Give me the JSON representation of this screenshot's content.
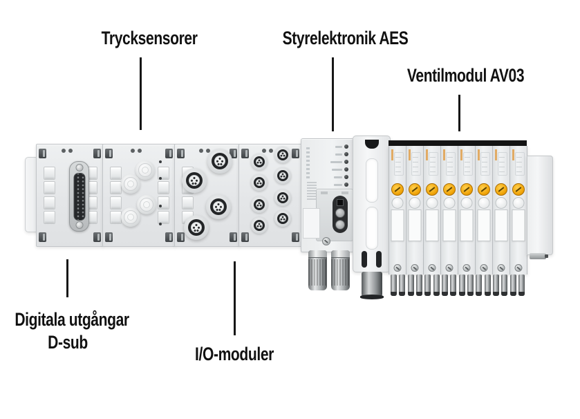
{
  "callouts": {
    "pressure_sensors": "Trycksensorer",
    "control_electronics": "Styrelektronik AES",
    "valve_module": "Ventilmodul AV03",
    "digital_outputs_line1": "Digitala utgångar",
    "digital_outputs_line2": "D-sub",
    "io_modules": "I/O-moduler"
  },
  "hardware": {
    "clip_count": 4,
    "pressure_knob_count": 4,
    "pressure_indicator_count": 4,
    "io_m12_count": 4,
    "io_m8_count": 8,
    "aes_led_count": 6,
    "valve_slice_count": 8,
    "valve_fitting_count": 16
  },
  "colors": {
    "manual_override_yellow": "#f0a306",
    "module_body_gray": "#e9ebec",
    "callout_text": "#111111"
  }
}
